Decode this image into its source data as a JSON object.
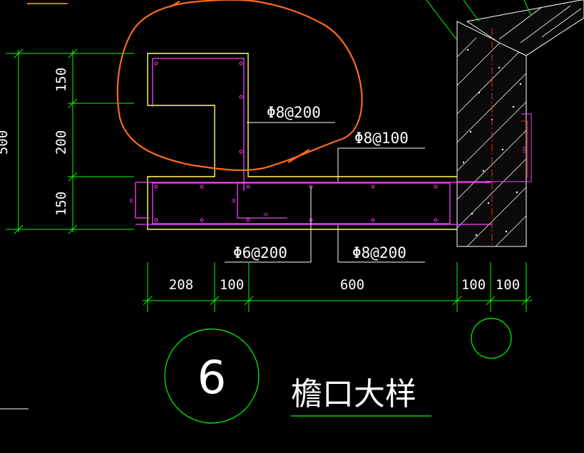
{
  "drawing": {
    "colors": {
      "background": "#000000",
      "dimension": "#00ff00",
      "outline": "#ffff66",
      "rebar": "#ff40ff",
      "section_line": "#ff2020",
      "highlight": "#ff6a1a",
      "text": "#ffffff"
    },
    "vertical_dims": [
      "150",
      "200",
      "150"
    ],
    "vertical_total": "500",
    "horizontal_dims": [
      "208",
      "100",
      "600",
      "100",
      "100"
    ],
    "rebar_labels": {
      "upright_bars": "Φ8@200",
      "slab_top": "Φ8@100",
      "slab_bottom_stirrup": "Φ6@200",
      "slab_bottom": "Φ8@200"
    },
    "small_marks": {
      "mark_a": "98",
      "mark_b": "98",
      "mark_c": "95",
      "mark_d": "95",
      "mark_e": "150"
    },
    "detail_number": "6",
    "detail_title": "檐口大样"
  }
}
